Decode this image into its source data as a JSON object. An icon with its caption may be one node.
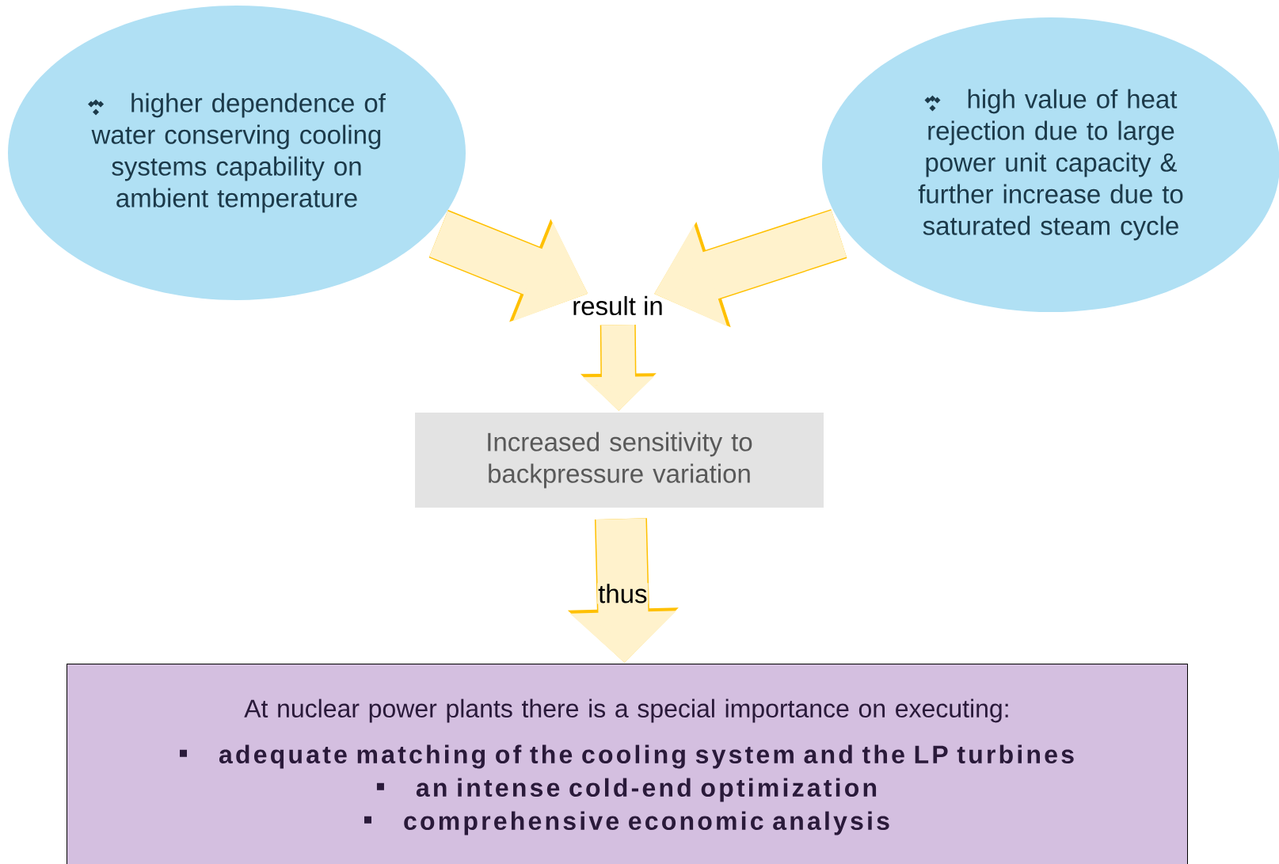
{
  "diagram": {
    "nodes": [
      {
        "text": [
          "higher dependence of water conserving cooling systems capability on ambient temperature"
        ]
      },
      {
        "text": [
          "high value of heat rejection due to large power unit capacity & further increase due to saturated steam cycle"
        ]
      },
      {
        "text": [
          "result in"
        ]
      },
      {
        "text": [
          "Increased sensitivity to backpressure variation"
        ]
      },
      {
        "text": [
          "At nuclear power plants there is a special importance on executing:",
          "adequate matching of the cooling system and the LP turbines",
          "an intense cold-end optimization",
          "comprehensive economic analysis"
        ]
      }
    ],
    "edges": [
      {
        "from": 0,
        "to": 2,
        "arrow": "to"
      },
      {
        "from": 1,
        "to": 2,
        "arrow": "to"
      },
      {
        "from": 2,
        "to": 3,
        "arrow": "to"
      },
      {
        "from": 3,
        "to": 4,
        "arrow": "to",
        "label": "thus"
      }
    ]
  }
}
